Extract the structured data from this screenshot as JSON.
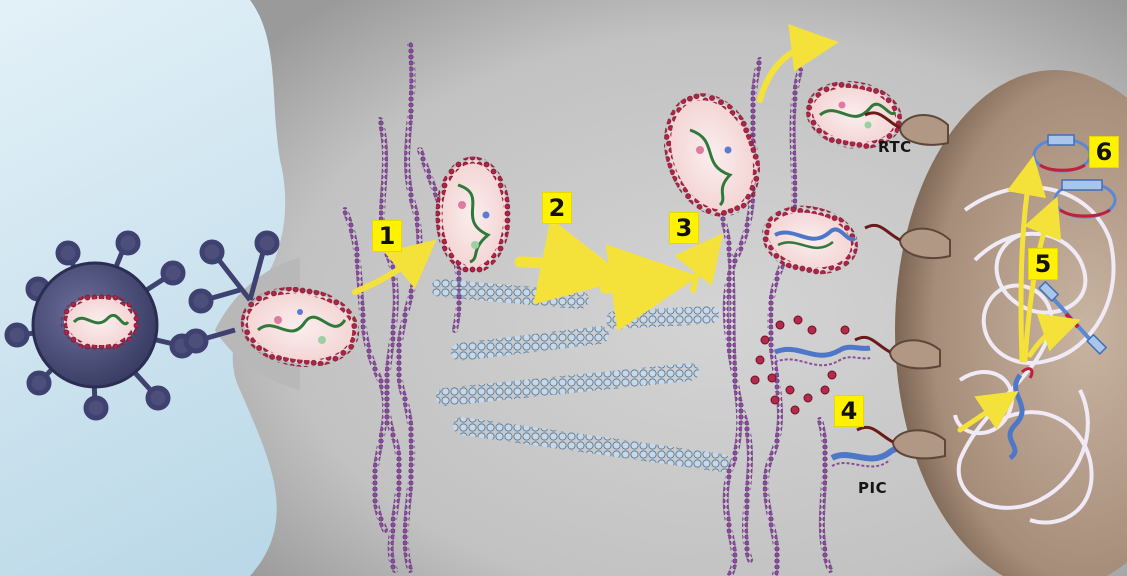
{
  "diagram": {
    "step_labels": [
      "1",
      "2",
      "3",
      "4",
      "5",
      "6"
    ],
    "complex_labels": {
      "rtc": "RTC",
      "pic": "PIC"
    }
  },
  "colors": {
    "extracellular": "#cfe6f2",
    "cytoplasm": "#bdbdbd",
    "nucleus": "#a8927f",
    "virion_envelope": "#4b4f7a",
    "capsid_dots": "#9a1f3a",
    "actin": "#7a3e8c",
    "microtubule": "#6f8fb0",
    "arrow": "#f4e23a",
    "label_box": "#fff200",
    "chromatin": "#ede8f2",
    "nuclear_pore": "#9c8170"
  }
}
